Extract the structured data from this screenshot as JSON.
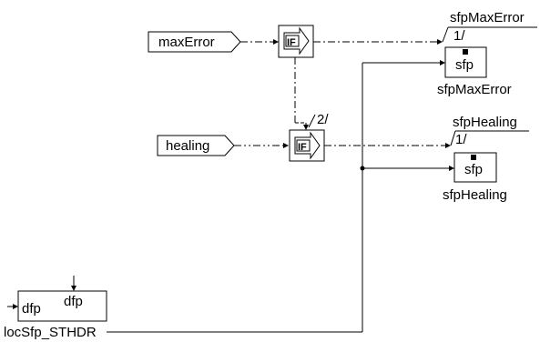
{
  "inputs": {
    "max_error": "maxError",
    "healing": "healing"
  },
  "if_blocks": {
    "label": "IF"
  },
  "outputs": {
    "sfp_max_error": {
      "signal_name": "sfpMaxError",
      "sequence": "1/",
      "block_label": "sfp",
      "block_name": "sfpMaxError"
    },
    "sfp_healing": {
      "signal_name": "sfpHealing",
      "sequence": "1/",
      "block_label": "sfp",
      "block_name": "sfpHealing"
    }
  },
  "branch_sequence": "2/",
  "source_block": {
    "port_label": "dfp",
    "block_label": "dfp",
    "block_name": "locSfp_STHDR"
  }
}
